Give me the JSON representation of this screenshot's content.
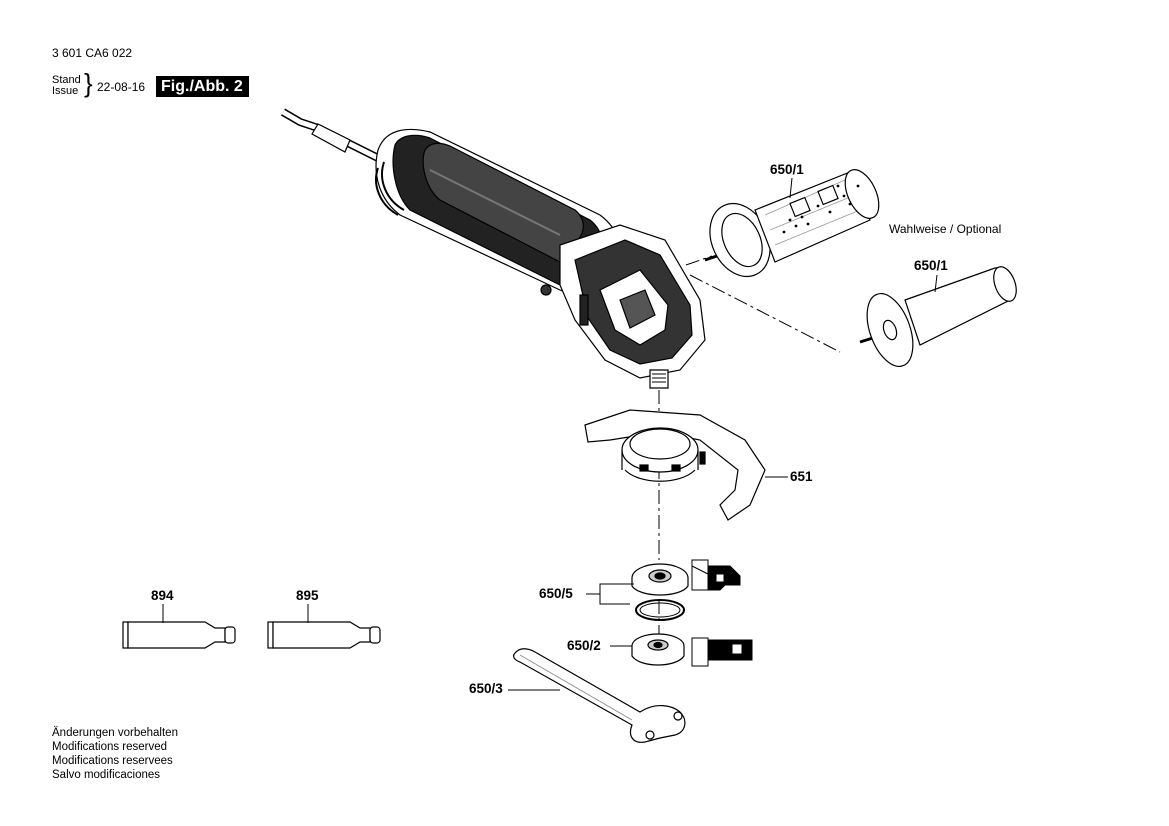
{
  "header": {
    "doc_number": "3 601 CA6 022",
    "stand_label": "Stand",
    "issue_label": "Issue",
    "issue_date": "22-08-16",
    "figure_label": "Fig./Abb. 2"
  },
  "diagram": {
    "optional_note": "Wahlweise / Optional",
    "parts": [
      {
        "id": "650/1",
        "description_icon": "side-handle-grip-icon"
      },
      {
        "id": "650/1",
        "description_icon": "side-handle-plain-icon"
      },
      {
        "id": "651",
        "description_icon": "protection-guard-icon"
      },
      {
        "id": "650/5",
        "description_icon": "mounting-flange-icon"
      },
      {
        "id": "650/2",
        "description_icon": "clamping-nut-icon"
      },
      {
        "id": "650/3",
        "description_icon": "pin-wrench-icon"
      },
      {
        "id": "894",
        "description_icon": "grease-tube-icon"
      },
      {
        "id": "895",
        "description_icon": "grease-tube-icon"
      }
    ]
  },
  "notes": [
    "Änderungen vorbehalten",
    "Modifications reserved",
    "Modifications reservees",
    "Salvo modificaciones"
  ]
}
